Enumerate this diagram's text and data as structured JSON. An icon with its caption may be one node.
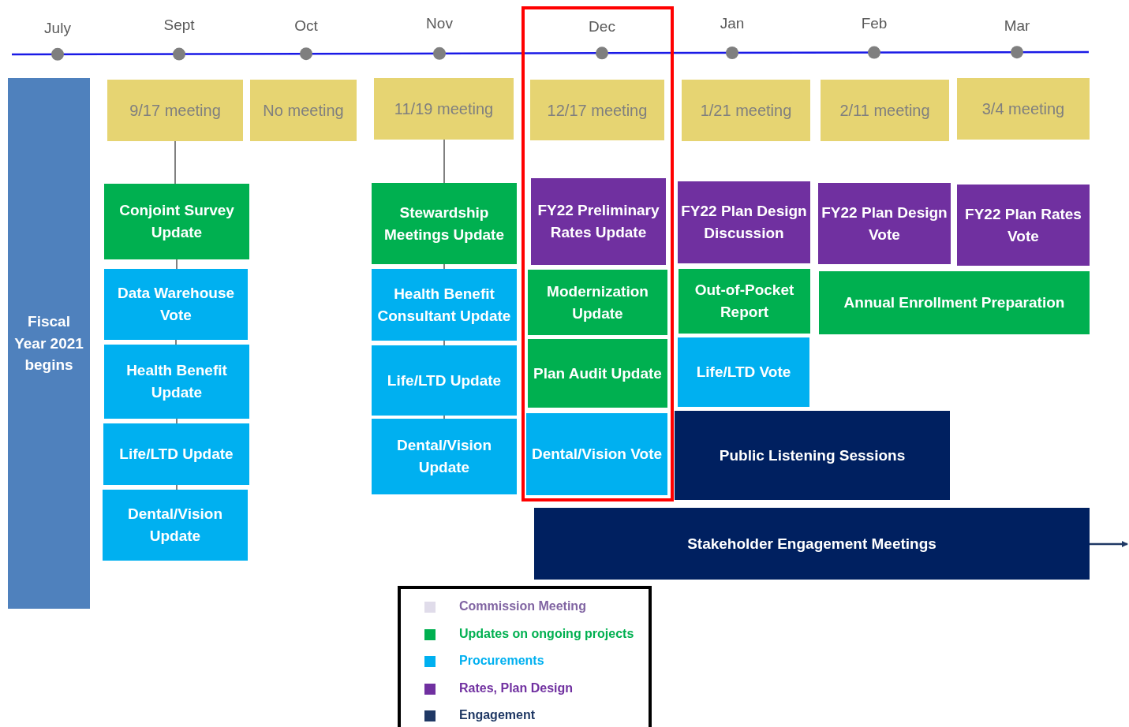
{
  "diagram": {
    "nodes": [
      {
        "text": [
          "Fiscal Year 2021 begins"
        ]
      },
      {
        "text": [
          "9/17 meeting"
        ]
      },
      {
        "text": [
          "No meeting"
        ]
      },
      {
        "text": [
          "11/19 meeting"
        ]
      },
      {
        "text": [
          "12/17 meeting"
        ]
      },
      {
        "text": [
          "1/21 meeting"
        ]
      },
      {
        "text": [
          "2/11 meeting"
        ]
      },
      {
        "text": [
          "3/4 meeting"
        ]
      },
      {
        "text": [
          "Conjoint Survey Update"
        ]
      },
      {
        "text": [
          "Data Warehouse Vote"
        ]
      },
      {
        "text": [
          "Health Benefit Update"
        ]
      },
      {
        "text": [
          "Life/LTD Update"
        ]
      },
      {
        "text": [
          "Dental/Vision Update"
        ]
      },
      {
        "text": [
          "Stewardship Meetings Update"
        ]
      },
      {
        "text": [
          "Health Benefit Consultant Update"
        ]
      },
      {
        "text": [
          "Life/LTD Update"
        ]
      },
      {
        "text": [
          "Dental/Vision Update"
        ]
      },
      {
        "text": [
          "FY22 Preliminary Rates Update"
        ]
      },
      {
        "text": [
          "Modernization Update"
        ]
      },
      {
        "text": [
          "Plan Audit Update"
        ]
      },
      {
        "text": [
          "Dental/Vision Vote"
        ]
      },
      {
        "text": [
          "FY22 Plan Design Discussion"
        ]
      },
      {
        "text": [
          "Out-of-Pocket Report"
        ]
      },
      {
        "text": [
          "Life/LTD Vote"
        ]
      },
      {
        "text": [
          "FY22 Plan Design Vote"
        ]
      },
      {
        "text": [
          "FY22 Plan Rates Vote"
        ]
      },
      {
        "text": [
          "Annual Enrollment Preparation"
        ]
      },
      {
        "text": [
          "Public Listening Sessions"
        ]
      },
      {
        "text": [
          "Stakeholder Engagement Meetings"
        ]
      }
    ],
    "edges": [
      {
        "from": 1,
        "to": 8,
        "arrow": "none"
      },
      {
        "from": 8,
        "to": 9,
        "arrow": "none"
      },
      {
        "from": 9,
        "to": 10,
        "arrow": "none"
      },
      {
        "from": 10,
        "to": 11,
        "arrow": "none"
      },
      {
        "from": 11,
        "to": 12,
        "arrow": "none"
      },
      {
        "from": 3,
        "to": 13,
        "arrow": "none"
      },
      {
        "from": 13,
        "to": 14,
        "arrow": "none"
      },
      {
        "from": 14,
        "to": 15,
        "arrow": "none"
      },
      {
        "from": 15,
        "to": 16,
        "arrow": "none"
      },
      {
        "from": 28,
        "to": null,
        "arrow": "to",
        "color": "#1f3864"
      }
    ],
    "labels": [
      "July",
      "Sept",
      "Oct",
      "Nov",
      "Dec",
      "Jan",
      "Feb",
      "Mar"
    ],
    "legend": [
      {
        "text": "Commission Meeting",
        "color": "#e0dcea"
      },
      {
        "text": "Updates on ongoing projects",
        "color": "#00b050"
      },
      {
        "text": "Procurements",
        "color": "#00b0f0"
      },
      {
        "text": "Rates, Plan Design",
        "color": "#7030a0"
      },
      {
        "text": "Engagement",
        "color": "#1f3864"
      }
    ]
  }
}
